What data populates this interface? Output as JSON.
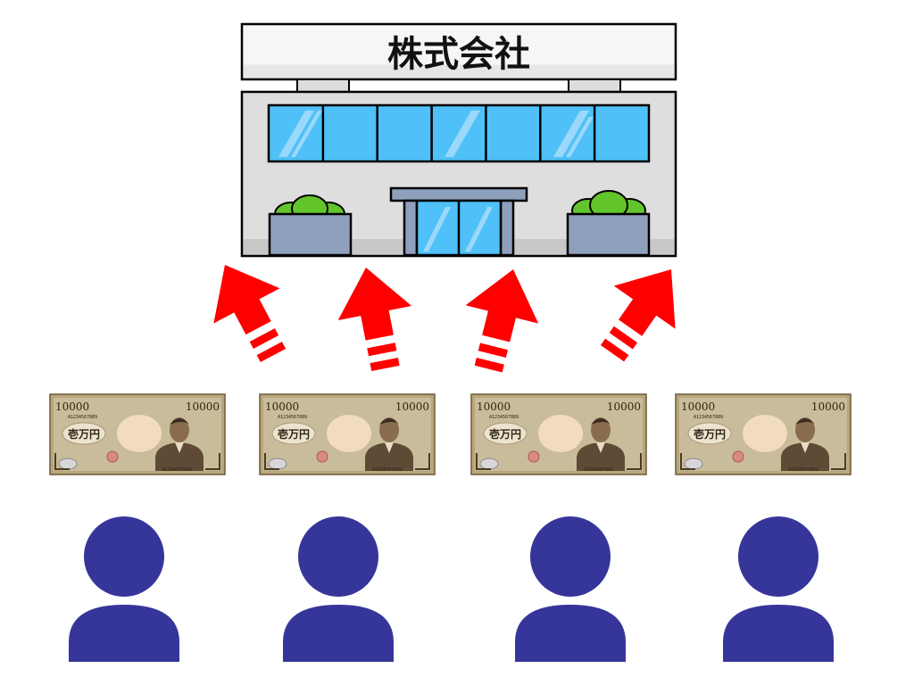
{
  "company": {
    "sign_text": "株式会社"
  },
  "banknotes": [
    {
      "denomination": "10000",
      "serial": "A1234567889",
      "kanji": "壱万円"
    },
    {
      "denomination": "10000",
      "serial": "A1234567889",
      "kanji": "壱万円"
    },
    {
      "denomination": "10000",
      "serial": "A1234567889",
      "kanji": "壱万円"
    },
    {
      "denomination": "10000",
      "serial": "A1234567889",
      "kanji": "壱万円"
    }
  ],
  "colors": {
    "arrow": "#ff0000",
    "person": "#35359a",
    "glass": "#4fc0f8",
    "building": "#dedede",
    "planter": "#8fa0bd",
    "bush": "#63c52c",
    "bill": "#c4b694",
    "outline": "#000000"
  }
}
